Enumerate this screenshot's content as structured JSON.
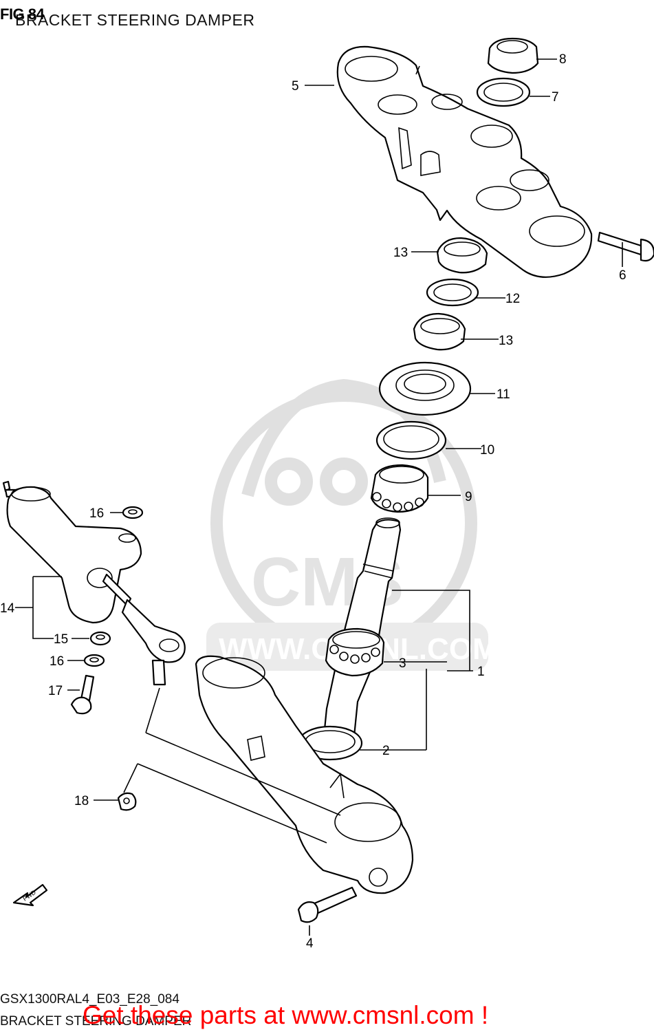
{
  "header": {
    "figure_number": "FIG 84",
    "figure_title": "BRACKET STEERING DAMPER"
  },
  "footer": {
    "model_code": "GSX1300RAL4_E03_E28_084",
    "page_name": "BRACKET STEERING DAMPER",
    "cta": "Get these parts at www.cmsnl.com !"
  },
  "watermark": {
    "brand": "CMS",
    "url": "WWW.CMSNL.COM"
  },
  "fwd_label": "FWD",
  "callouts": {
    "c1": "1",
    "c2": "2",
    "c3": "3",
    "c4": "4",
    "c5": "5",
    "c6": "6",
    "c7": "7",
    "c8": "8",
    "c9": "9",
    "c10": "10",
    "c11": "11",
    "c12": "12",
    "c13a": "13",
    "c13b": "13",
    "c14": "14",
    "c15": "15",
    "c16a": "16",
    "c16b": "16",
    "c17": "17",
    "c18": "18"
  },
  "colors": {
    "cta": "#ff0000",
    "watermark": "#e3e3e3",
    "line": "#000000"
  }
}
